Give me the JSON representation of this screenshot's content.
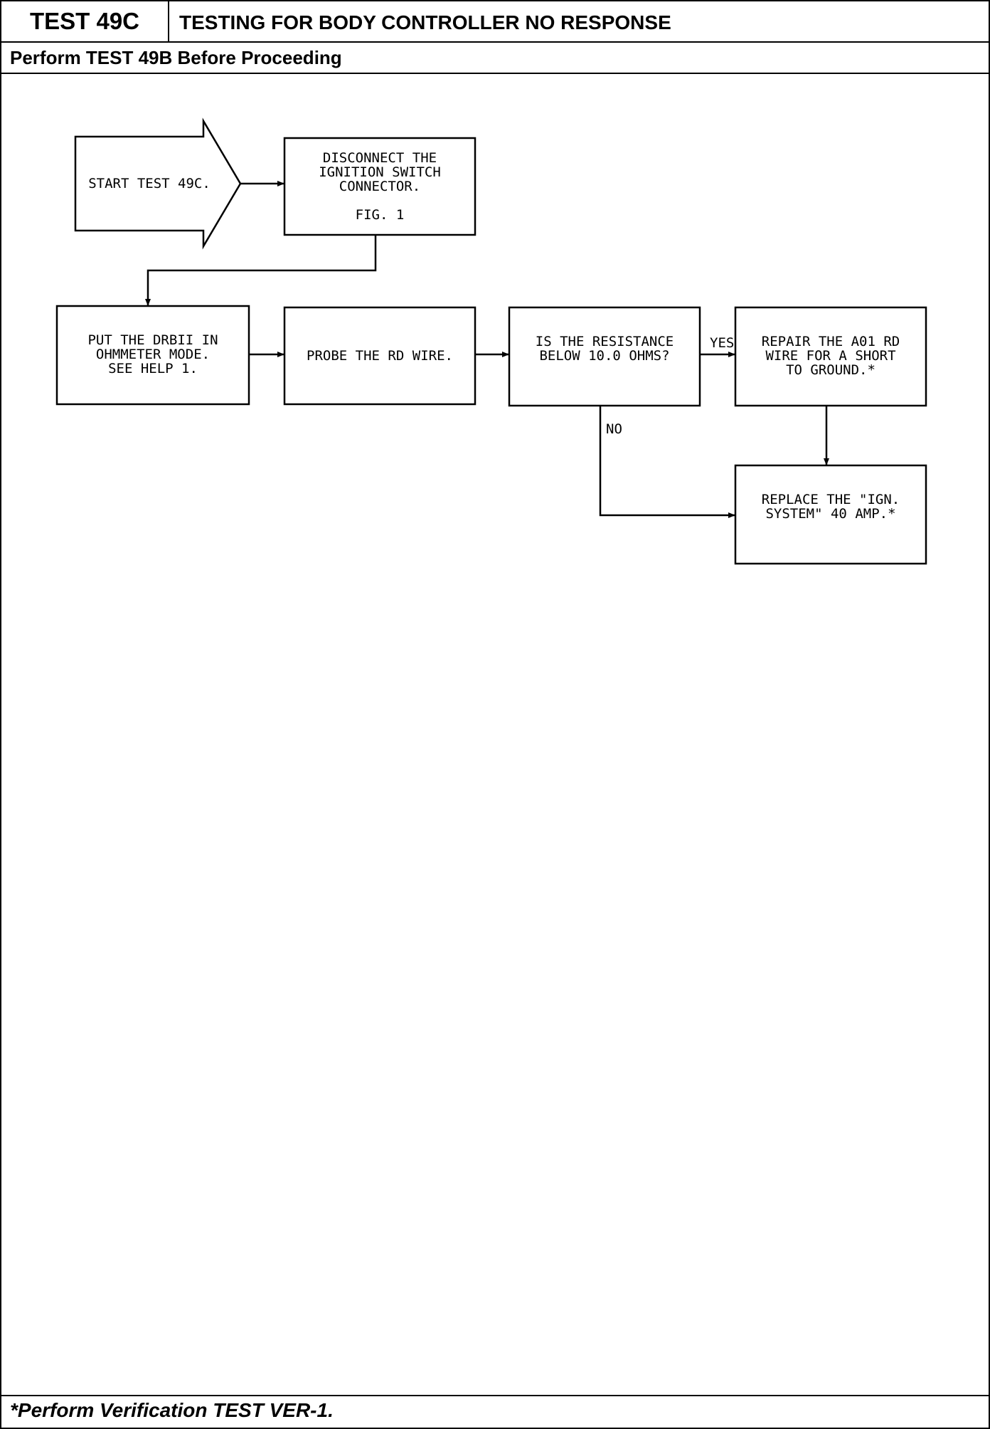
{
  "header": {
    "test_id": "TEST 49C",
    "title": "TESTING FOR BODY CONTROLLER NO RESPONSE",
    "subtitle": "Perform TEST 49B Before Proceeding"
  },
  "flowchart": {
    "start": {
      "lines": [
        "START TEST 49C."
      ]
    },
    "step1": {
      "lines": [
        "DISCONNECT THE",
        "IGNITION SWITCH",
        "CONNECTOR.",
        "",
        "FIG. 1"
      ]
    },
    "step2": {
      "lines": [
        "PUT THE DRBII IN",
        "OHMMETER MODE.",
        "SEE HELP 1."
      ]
    },
    "step3": {
      "lines": [
        "PROBE THE RD WIRE."
      ]
    },
    "decision": {
      "lines": [
        "IS THE RESISTANCE",
        "BELOW 10.0 OHMS?"
      ]
    },
    "yes_label": "YES",
    "no_label": "NO",
    "step_yes": {
      "lines": [
        "REPAIR THE A01 RD",
        "WIRE FOR A SHORT",
        "TO GROUND.*"
      ]
    },
    "step_no": {
      "lines": [
        "REPLACE THE \"IGN.",
        "SYSTEM\" 40 AMP.*"
      ]
    }
  },
  "footer": {
    "note": "*Perform Verification TEST VER-1."
  }
}
